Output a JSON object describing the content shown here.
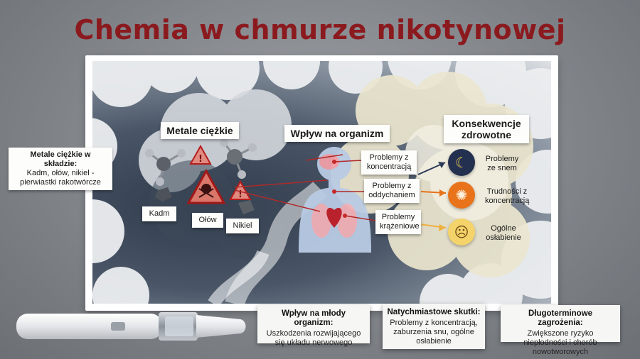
{
  "title": "Chemia w chmurze nikotynowej",
  "colors": {
    "title": "#8b1a1f",
    "accent_red": "#c62828",
    "accent_orange": "#e8731a"
  },
  "left_note": {
    "title": "Metale ciężkie w składzie:",
    "text": "Kadm, ołów, nikiel - pierwiastki rakotwórcze"
  },
  "metals": {
    "heading": "Metale ciężkie",
    "items": [
      "Kadm",
      "Ołów",
      "Nikiel"
    ]
  },
  "body_effects": {
    "heading": "Wpływ na organizm",
    "items": [
      "Problemy z koncentracją",
      "Problemy z oddychaniem",
      "Problemy krążeniowe"
    ]
  },
  "consequences": {
    "heading": "Konsekwencje zdrowotne",
    "items": [
      {
        "label": "Problemy ze snem",
        "icon": "moon-icon"
      },
      {
        "label": "Trudności z koncentracją",
        "icon": "brain-icon"
      },
      {
        "label": "Ogólne osłabienie",
        "icon": "tired-face-icon"
      }
    ]
  },
  "bottom_boxes": [
    {
      "title": "Wpływ na młody organizm:",
      "text": "Uszkodzenia rozwijającego się układu nerwowego"
    },
    {
      "title": "Natychmiastowe skutki:",
      "text": "Problemy z koncentracją, zaburzenia snu, ogólne osłabienie"
    },
    {
      "title": "Długoterminowe zagrożenia:",
      "text": "Zwiększone ryzyko niepłodności i chorób nowotworowych"
    }
  ]
}
